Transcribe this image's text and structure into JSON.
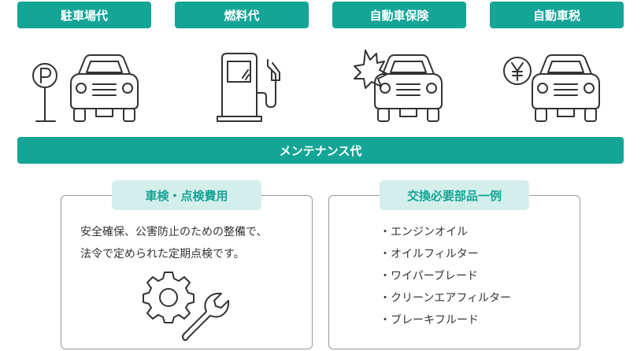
{
  "categories": [
    {
      "label": "駐車場代",
      "icon": "parking-car-icon"
    },
    {
      "label": "燃料代",
      "icon": "fuel-pump-icon"
    },
    {
      "label": "自動車保険",
      "icon": "crash-car-icon"
    },
    {
      "label": "自動車税",
      "icon": "yen-car-icon"
    }
  ],
  "maintenance": {
    "label": "メンテナンス代"
  },
  "inspection": {
    "tag": "車検・点検費用",
    "lines": [
      "安全確保、公害防止のための整備で、",
      "法令で定められた定期点検です。"
    ],
    "icon": "gear-wrench-icon"
  },
  "parts": {
    "tag": "交換必要部品一例",
    "items": [
      "エンジンオイル",
      "オイルフィルター",
      "ワイパーブレード",
      "クリーンエアフィルター",
      "ブレーキフルード"
    ]
  },
  "colors": {
    "accent": "#14a597",
    "tag_bg": "#d4efeb",
    "stroke": "#333333"
  }
}
